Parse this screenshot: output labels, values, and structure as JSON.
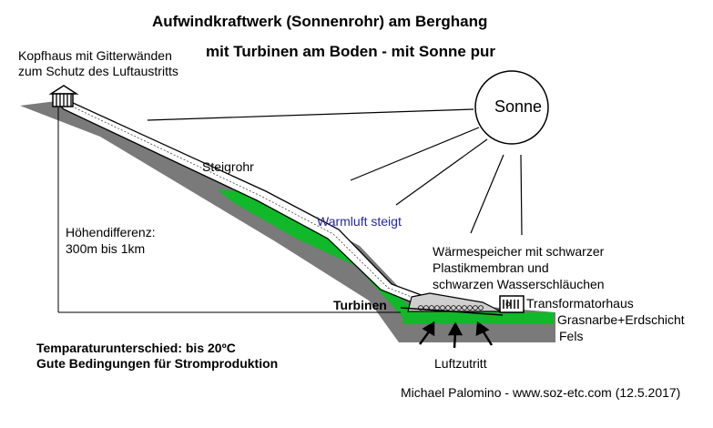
{
  "title": {
    "line1": "Aufwindkraftwerk (Sonnenrohr) am Berghang",
    "line2": "mit Turbinen am Boden - mit Sonne pur"
  },
  "labels": {
    "kopfhaus_line1": "Kopfhaus mit Gitterwänden",
    "kopfhaus_line2": "zum Schutz des Luftaustritts",
    "sonne": "Sonne",
    "steigrohr": "Steigrohr",
    "warmluft": "Warmluft steigt",
    "hoehen_line1": "Höhendifferenz:",
    "hoehen_line2": "300m bis 1km",
    "waerme_line1": "Wärmespeicher mit schwarzer",
    "waerme_line2": "Plastikmembran und",
    "waerme_line3": "schwarzen Wasserschläuchen",
    "trafo": "Transformatorhaus",
    "turbinen": "Turbinen",
    "grasnarbe": "Grasnarbe+Erdschicht",
    "fels": "Fels",
    "luftzutritt": "Luftzutritt",
    "temp_line1": "Temparaturunterschied: bis 20ºC",
    "temp_line2": "Gute Bedingungen für Stromproduktion",
    "credit": "Michael Palomino - www.soz-etc.com (12.5.2017)"
  },
  "colors": {
    "rock": "#7a7a7a",
    "grass": "#11b82a",
    "warmluft_text": "#27279a",
    "line": "#000000"
  }
}
